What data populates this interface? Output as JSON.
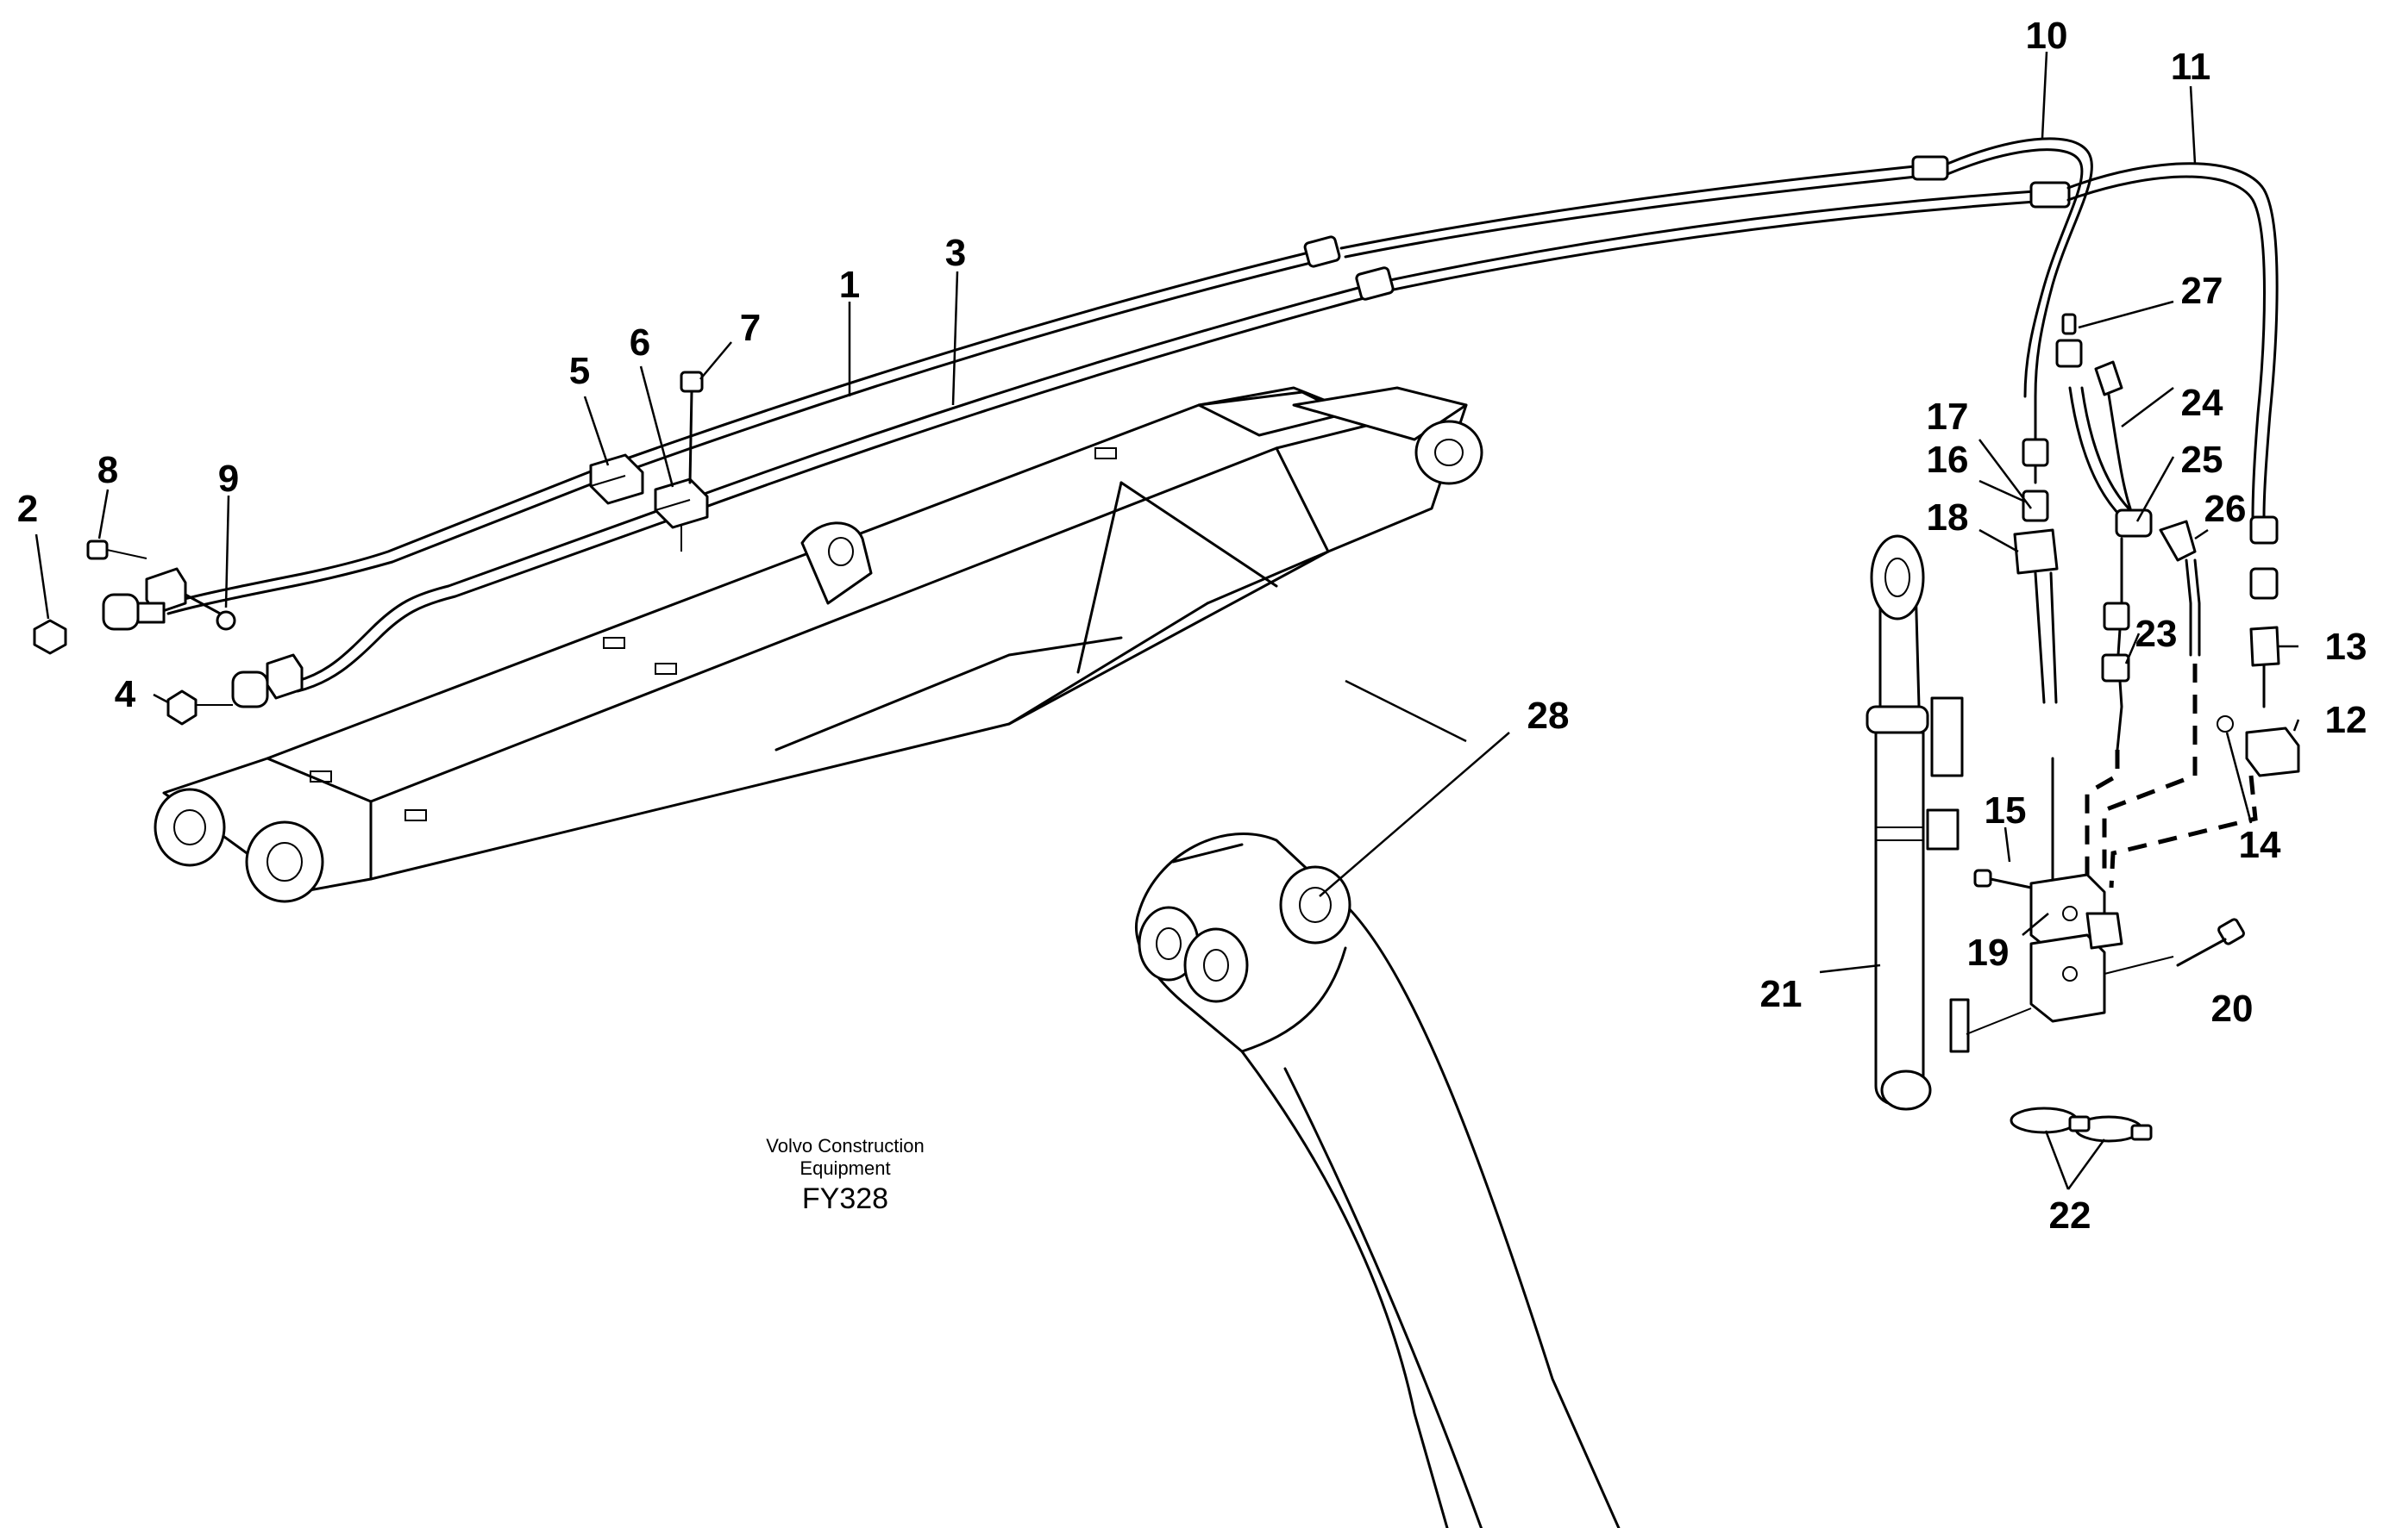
{
  "labels": {
    "p1": "1",
    "p2": "2",
    "p3": "3",
    "p4": "4",
    "p5": "5",
    "p6": "6",
    "p7": "7",
    "p8": "8",
    "p9": "9",
    "p10": "10",
    "p11": "11",
    "p12": "12",
    "p13": "13",
    "p14": "14",
    "p15": "15",
    "p16": "16",
    "p17": "17",
    "p18": "18",
    "p19": "19",
    "p20": "20",
    "p21": "21",
    "p22": "22",
    "p23": "23",
    "p24": "24",
    "p25": "25",
    "p26": "26",
    "p27": "27",
    "p28": "28"
  },
  "caption": {
    "line1": "Volvo Construction",
    "line2": "Equipment",
    "code": "FY328"
  }
}
